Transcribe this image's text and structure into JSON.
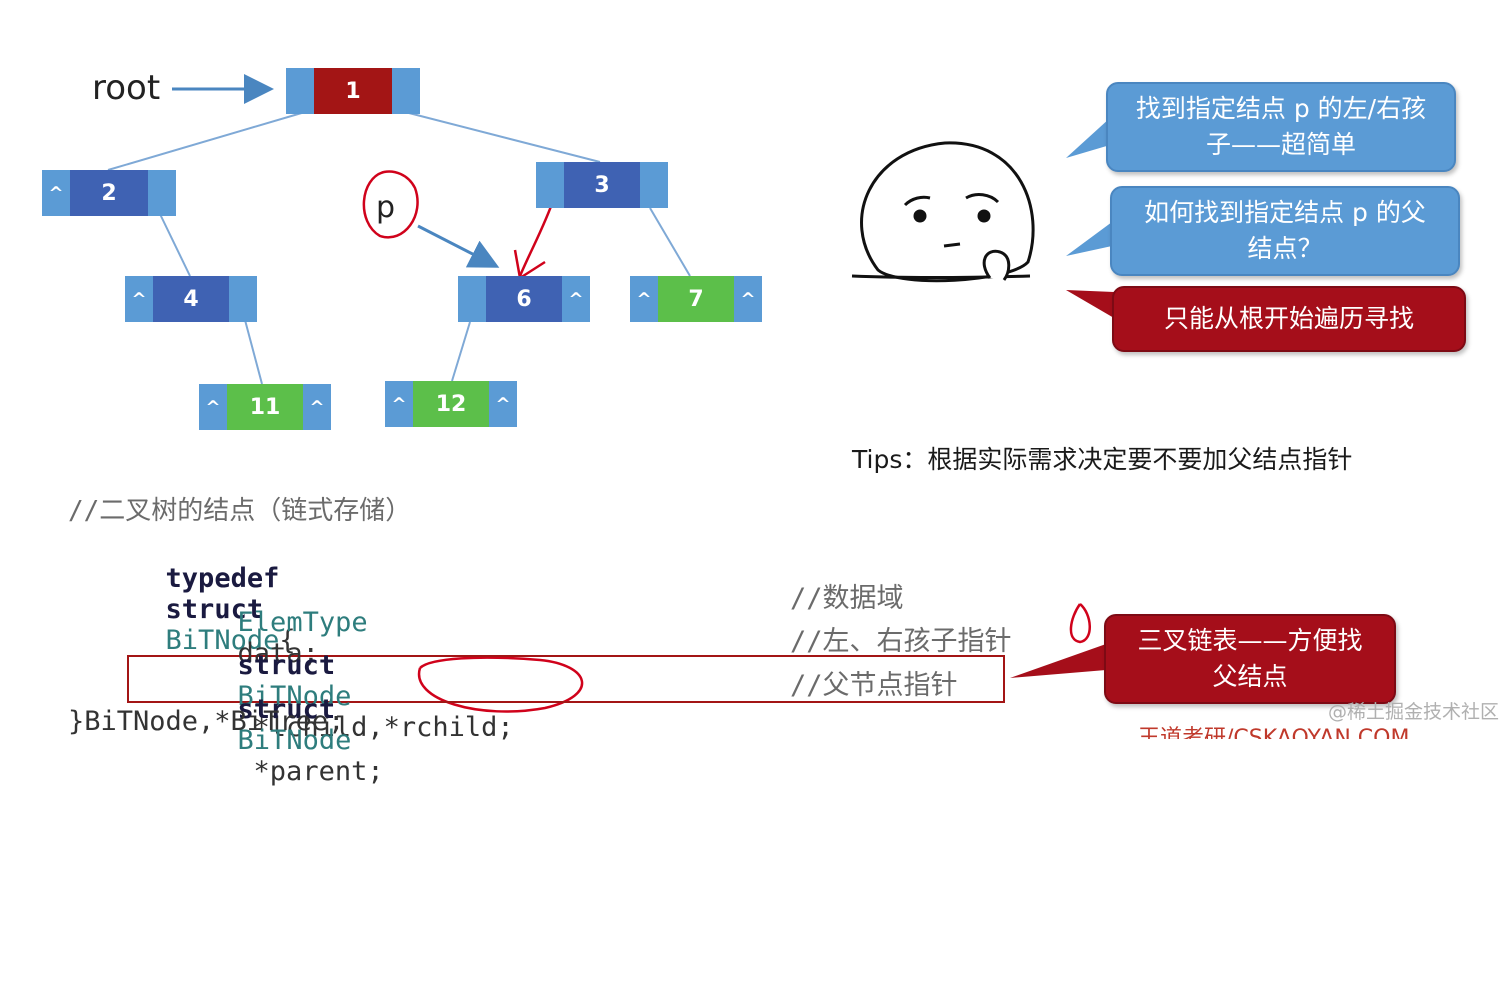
{
  "tree": {
    "root_label": "root",
    "pointer_label": "p",
    "null_marker": "^",
    "nodes": {
      "n1": "1",
      "n2": "2",
      "n3": "3",
      "n4": "4",
      "n6": "6",
      "n7": "7",
      "n11": "11",
      "n12": "12"
    }
  },
  "bubbles": {
    "b1": "找到指定结点 p 的左/右孩子——超简单",
    "b2": "如何找到指定结点 p 的父结点？",
    "b3": "只能从根开始遍历寻找",
    "b4": "三叉链表——方便找父结点"
  },
  "tips": "Tips：根据实际需求决定要不要加父结点指针",
  "code": {
    "comment_title": "//二叉树的结点（链式存储）",
    "kw_typedef": "typedef",
    "kw_struct": "struct",
    "type_bitnode": "BiTNode",
    "brace_open": "{",
    "type_elem": "ElemType",
    "field_data": "data;",
    "comment_data": "//数据域",
    "field_children": "*lchild,*rchild;",
    "comment_children": "//左、右孩子指针",
    "field_parent": "*parent;",
    "comment_parent": "//父节点指针",
    "closing": "}BiTNode,*BiTree;"
  },
  "watermark": "@稀土掘金技术社区",
  "footer_brand": "王道考研/CSKAOYAN.COM",
  "colors": {
    "node_blue": "#3f62b3",
    "node_side": "#5b9bd5",
    "node_green": "#5cbf4a",
    "root_red": "#a31515",
    "annotation_red": "#d0021b"
  }
}
